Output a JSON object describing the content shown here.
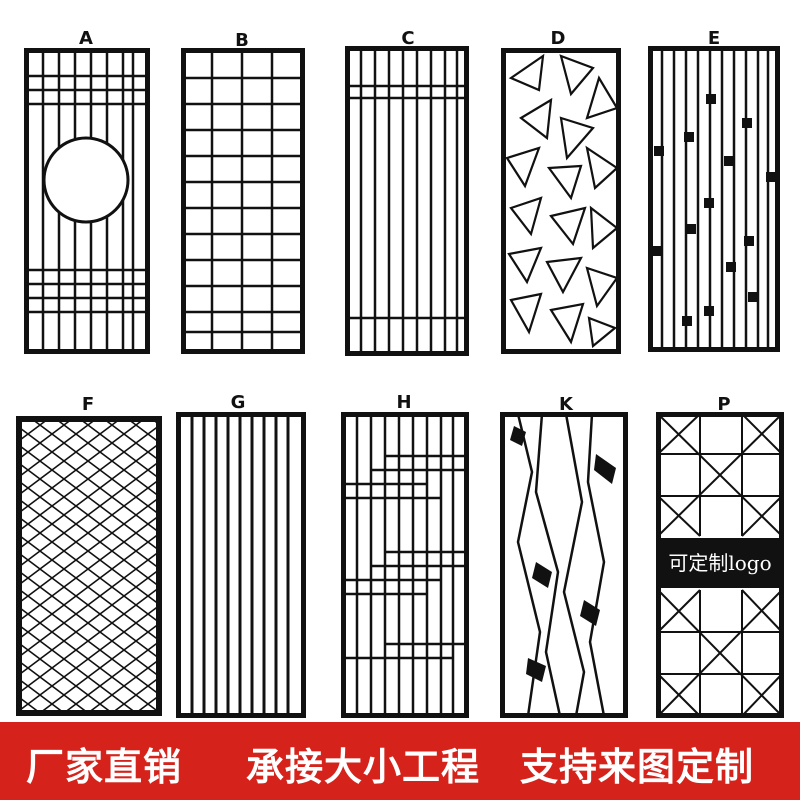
{
  "labels": [
    "A",
    "B",
    "C",
    "D",
    "E",
    "F",
    "G",
    "H",
    "K",
    "P"
  ],
  "panel_P_text": "可定制logo",
  "banner": {
    "left": "厂家直销",
    "middle": "承接大小工程",
    "right": "支持来图定制"
  },
  "colors": {
    "frame": "#111111",
    "banner": "#d5231c",
    "banner_text": "#ffffff"
  }
}
